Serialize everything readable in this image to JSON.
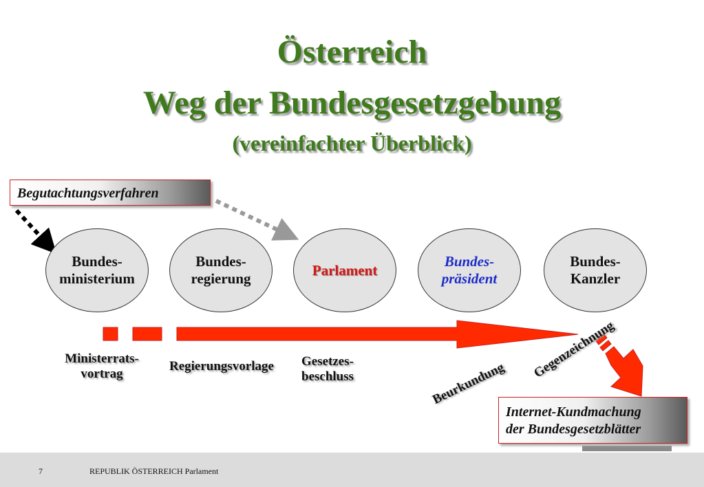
{
  "title": {
    "line1": "Österreich",
    "line2": "Weg der Bundesgesetzgebung",
    "line3": "(vereinfachter Überblick)"
  },
  "boxes": {
    "begutachtung": "Begutachtungsverfahren",
    "kundmachung_line1": "Internet-Kundmachung",
    "kundmachung_line2": "der Bundesgesetzblätter"
  },
  "nodes": [
    {
      "line1": "Bundes-",
      "line2": "ministerium"
    },
    {
      "line1": "Bundes-",
      "line2": "regierung"
    },
    {
      "line1": "Parlament"
    },
    {
      "line1": "Bundes-",
      "line2": "präsident"
    },
    {
      "line1": "Bundes-",
      "line2": "Kanzler"
    }
  ],
  "steps": {
    "ministerratsvortrag_1": "Ministerrats-",
    "ministerratsvortrag_2": "vortrag",
    "regierungsvorlage": "Regierungsvorlage",
    "gesetzesbeschluss_1": "Gesetzes-",
    "gesetzesbeschluss_2": "beschluss",
    "beurkundung": "Beurkundung",
    "gegenzeichnung": "Gegenzeichnung"
  },
  "colors": {
    "title_green": "#3f7a1c",
    "arrow_red": "#ff2a00",
    "box_border": "#c81e1e",
    "president_blue": "#1d2bc8"
  },
  "footer": {
    "page_number": "7",
    "text": "REPUBLIK ÖSTERREICH  Parlament"
  }
}
